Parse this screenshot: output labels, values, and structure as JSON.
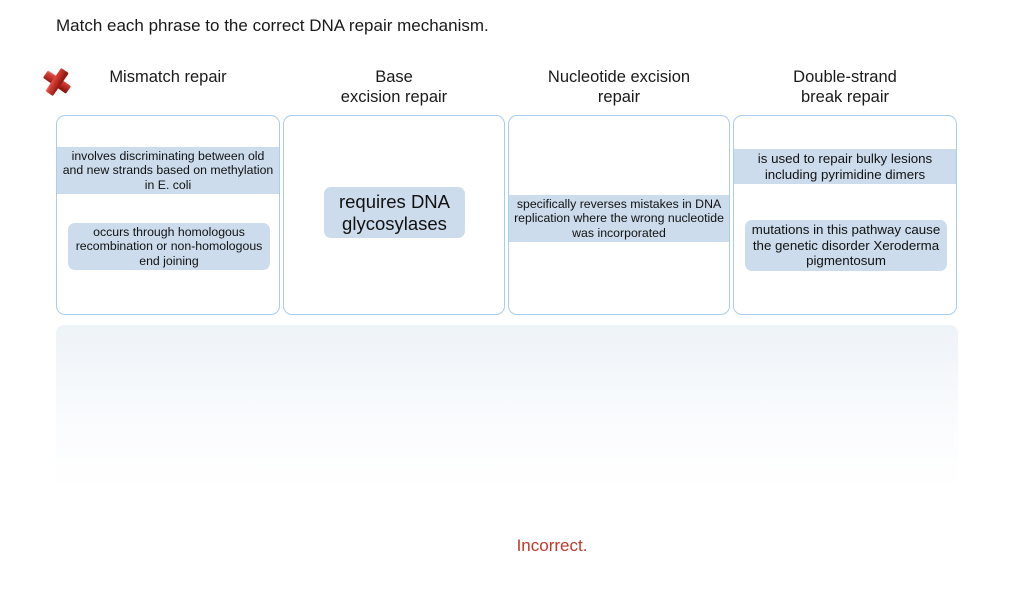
{
  "prompt": "Match each phrase to the correct DNA repair mechanism.",
  "result": {
    "icon": "red-x-incorrect-icon",
    "verdict_text": "Incorrect.",
    "verdict_color": "#c0392b"
  },
  "theme": {
    "tile_bg": "#ccdcec",
    "box_border": "#aacdec",
    "staging_gradient_top": "#eef3f8",
    "staging_gradient_bottom": "#ffffff",
    "text_color": "#111111"
  },
  "columns": [
    {
      "id": "mismatch-repair",
      "header_lines": [
        "Mismatch repair"
      ],
      "header_text": "Mismatch repair",
      "tiles": [
        {
          "text": "involves discriminating between old and new strands based on methylation in E. coli",
          "style": "full",
          "size": "t-sm"
        },
        {
          "text": "occurs through homologous recombination or non-homologous end joining",
          "style": "rounded",
          "size": "t-sm"
        }
      ]
    },
    {
      "id": "base-excision-repair",
      "header_lines": [
        "Base",
        "excision repair"
      ],
      "header_text": "Base excision repair",
      "tiles": [
        {
          "text": "requires DNA glycosylases",
          "style": "rounded",
          "size": "t-lg"
        }
      ]
    },
    {
      "id": "nucleotide-excision-repair",
      "header_lines": [
        "Nucleotide excision",
        "repair"
      ],
      "header_text": "Nucleotide excision repair",
      "tiles": [
        {
          "text": "specifically reverses mistakes in DNA replication where the wrong nucleotide was incorporated",
          "style": "full",
          "size": "t-sm"
        }
      ]
    },
    {
      "id": "double-strand-break-repair",
      "header_lines": [
        "Double-strand",
        "break repair"
      ],
      "header_text": "Double-strand break repair",
      "tiles": [
        {
          "text": "is used to repair bulky lesions including pyrimidine dimers",
          "style": "full",
          "size": "t-md"
        },
        {
          "text": "mutations in this pathway cause the genetic disorder Xeroderma pigmentosum",
          "style": "rounded",
          "size": "t-md"
        }
      ]
    }
  ],
  "staging_area": {
    "name": "unplaced-phrases-tray",
    "tiles": []
  }
}
